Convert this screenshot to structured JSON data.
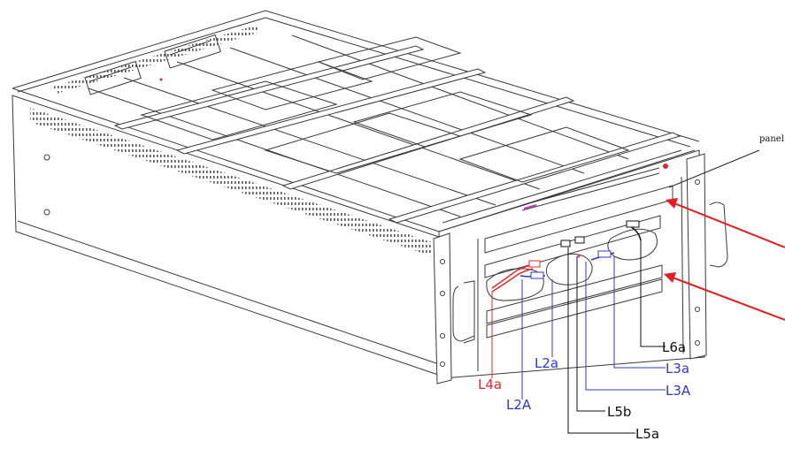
{
  "callouts": {
    "panel": "panel",
    "L4a": "L4a",
    "L2A": "L2A",
    "L2a": "L2a",
    "L5a": "L5a",
    "L5b": "L5b",
    "L3A": "L3A",
    "L3a": "L3a",
    "L6a": "L6a"
  },
  "colors": {
    "line_drawing": "#3a3a3a",
    "red_cable": "#e8262a",
    "blue_cable": "#3038c8",
    "black_cable": "#111111",
    "pointer_arrow": "#e21e22",
    "pink_marker": "#c040c0"
  }
}
